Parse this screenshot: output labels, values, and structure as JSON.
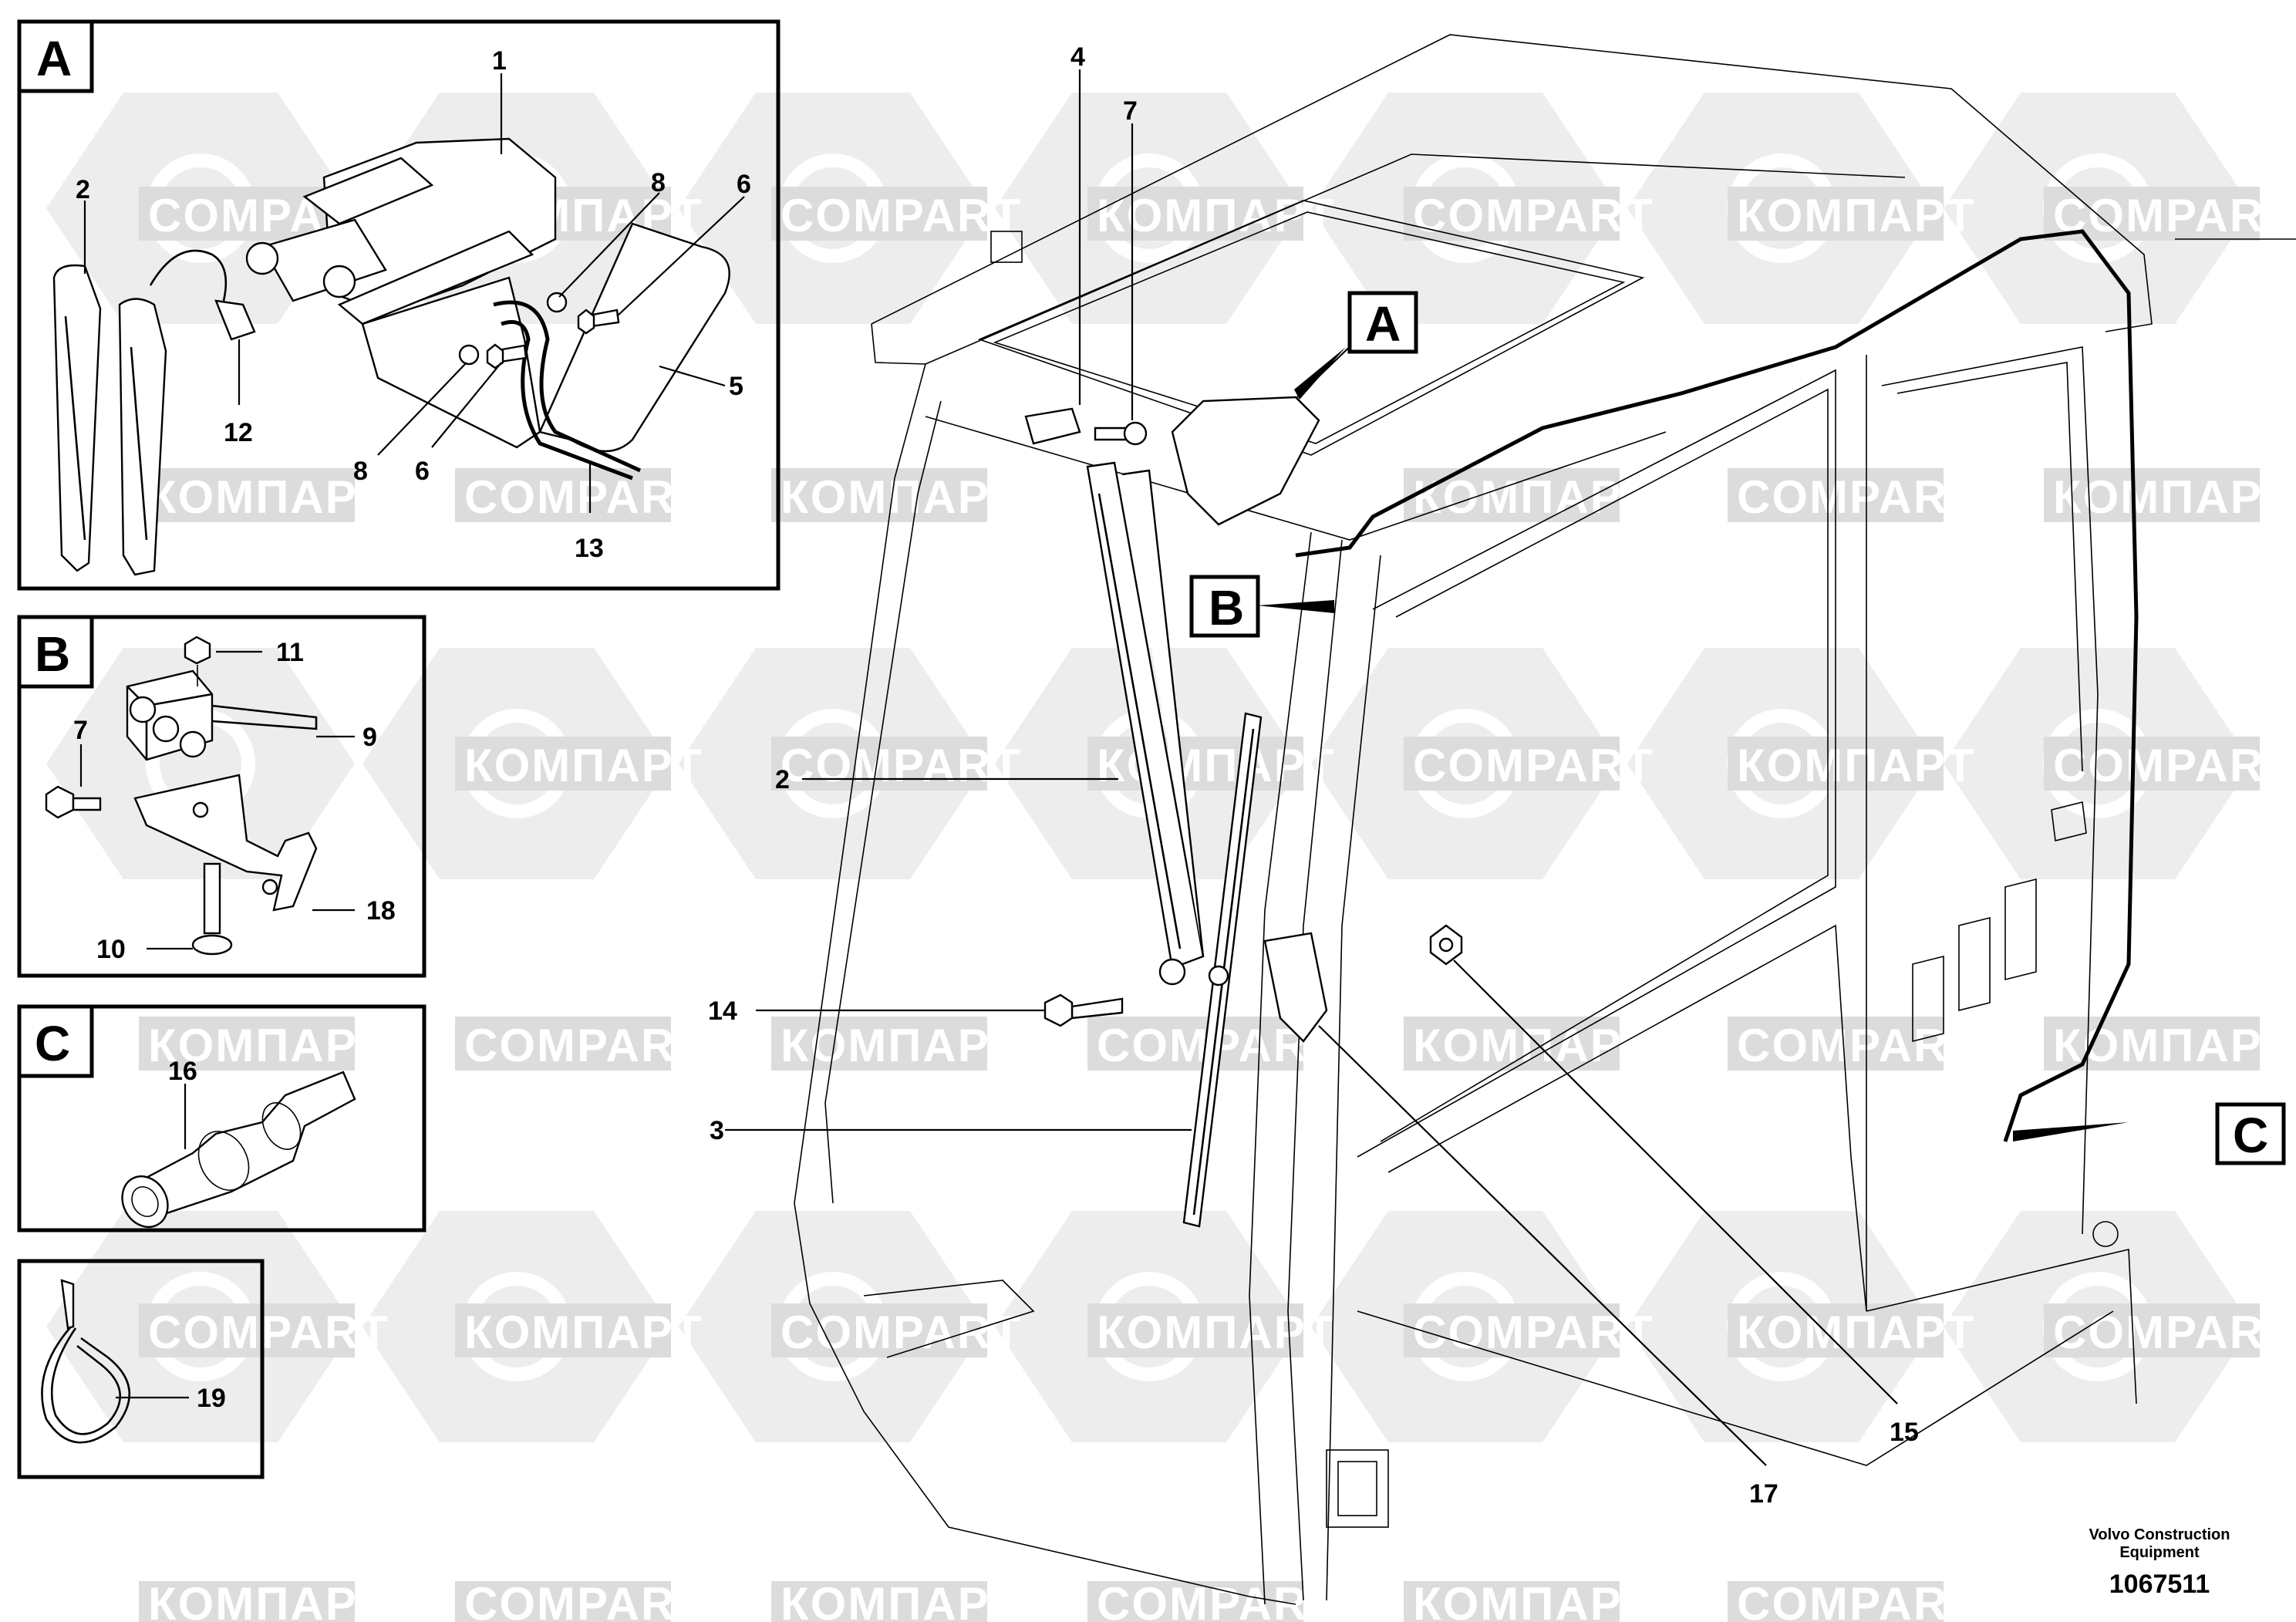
{
  "watermark": {
    "latin": "COMPART",
    "cyrillic": "КОМПАРТ"
  },
  "views": {
    "A": {
      "letter": "A",
      "callouts": [
        "1",
        "2",
        "8",
        "6",
        "5",
        "12",
        "8",
        "6",
        "13"
      ]
    },
    "B": {
      "letter": "B",
      "callouts": [
        "11",
        "7",
        "9",
        "18",
        "10"
      ]
    },
    "C": {
      "letter": "C",
      "callouts": [
        "16"
      ]
    },
    "D": {
      "letter": "",
      "callouts": [
        "19"
      ]
    }
  },
  "main": {
    "callouts": [
      "4",
      "7",
      "2",
      "14",
      "3",
      "15",
      "17"
    ],
    "flags": [
      "A",
      "B",
      "C"
    ]
  },
  "footer": {
    "line1": "Volvo Construction",
    "line2": "Equipment",
    "doc_number": "1067511"
  }
}
